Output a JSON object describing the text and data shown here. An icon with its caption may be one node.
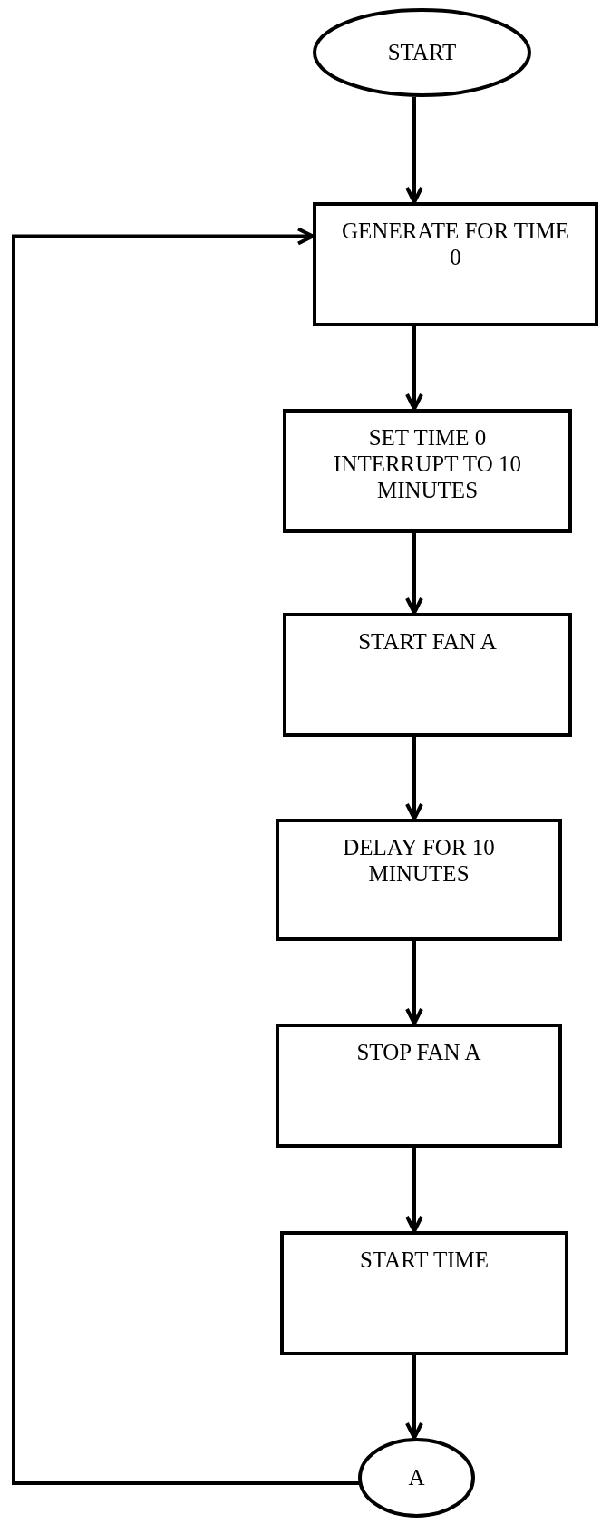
{
  "diagram": {
    "nodes": [
      {
        "text": [
          "START"
        ]
      },
      {
        "text": [
          "GENERATE FOR TIME 0"
        ]
      },
      {
        "text": [
          "SET TIME 0 INTERRUPT TO 10 MINUTES"
        ]
      },
      {
        "text": [
          "START FAN A"
        ]
      },
      {
        "text": [
          "DELAY FOR 10 MINUTES"
        ]
      },
      {
        "text": [
          "STOP FAN A"
        ]
      },
      {
        "text": [
          "START TIME"
        ]
      },
      {
        "text": [
          "A"
        ]
      }
    ],
    "edges": [
      {
        "from": 0,
        "to": 1,
        "arrow": "to"
      },
      {
        "from": 1,
        "to": 2,
        "arrow": "to"
      },
      {
        "from": 2,
        "to": 3,
        "arrow": "to"
      },
      {
        "from": 3,
        "to": 4,
        "arrow": "to"
      },
      {
        "from": 4,
        "to": 5,
        "arrow": "to"
      },
      {
        "from": 5,
        "to": 6,
        "arrow": "to"
      },
      {
        "from": 6,
        "to": 7,
        "arrow": "to"
      },
      {
        "from": 7,
        "to": 1,
        "arrow": "to"
      }
    ]
  }
}
